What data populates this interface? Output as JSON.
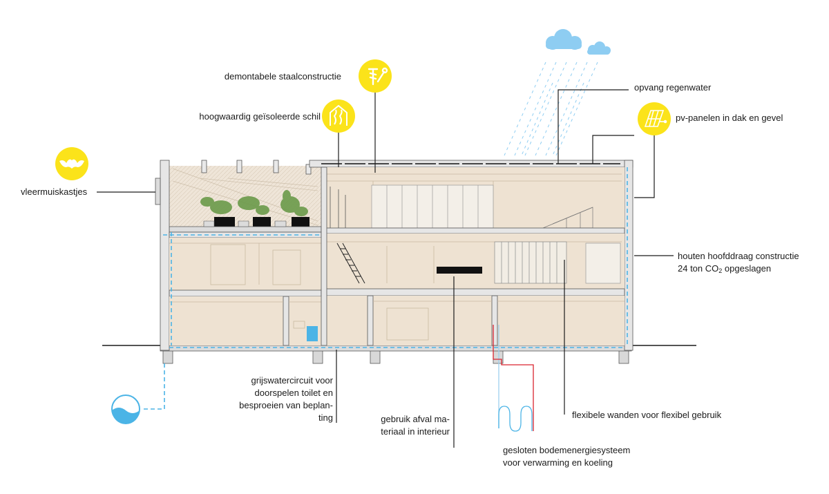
{
  "labels": {
    "steel": "demontabele staalconstructie",
    "shell": "hoogwaardig geïsoleerde schil",
    "bats": "vleermuiskastjes",
    "rain": "opvang regenwater",
    "pv": "pv-panelen in dak en gevel",
    "timber_line1": "houten hoofddraag constructie",
    "timber_line2_pre": "24 ton CO",
    "timber_line2_sub": "2",
    "timber_line2_post": " opgeslagen",
    "grey_line1": "grijswatercircuit voor",
    "grey_line2": "doorspelen toilet en",
    "grey_line3": "besproeien van beplan-",
    "grey_line4": "ting",
    "waste_line1": "gebruik afval ma-",
    "waste_line2": "teriaal in interieur",
    "walls": "flexibele wanden voor flexibel gebruik",
    "geo_line1": "gesloten bodemenergiesysteem",
    "geo_line2": "voor verwarming en koeling"
  },
  "icons": {
    "steel": "screw-icon",
    "shell": "insulated-house-icon",
    "bats": "bat-icon",
    "pv": "solar-panel-icon",
    "rain": "cloud-icon",
    "water": "water-tank-icon"
  },
  "colors": {
    "icon_yellow": "#fbe31a",
    "floor_fill": "#eee2d2",
    "structure_fill": "#dcdcdc",
    "water_blue": "#4bb4e6",
    "heat_red": "#d9232e",
    "cloud_blue": "#8ecdf2"
  }
}
